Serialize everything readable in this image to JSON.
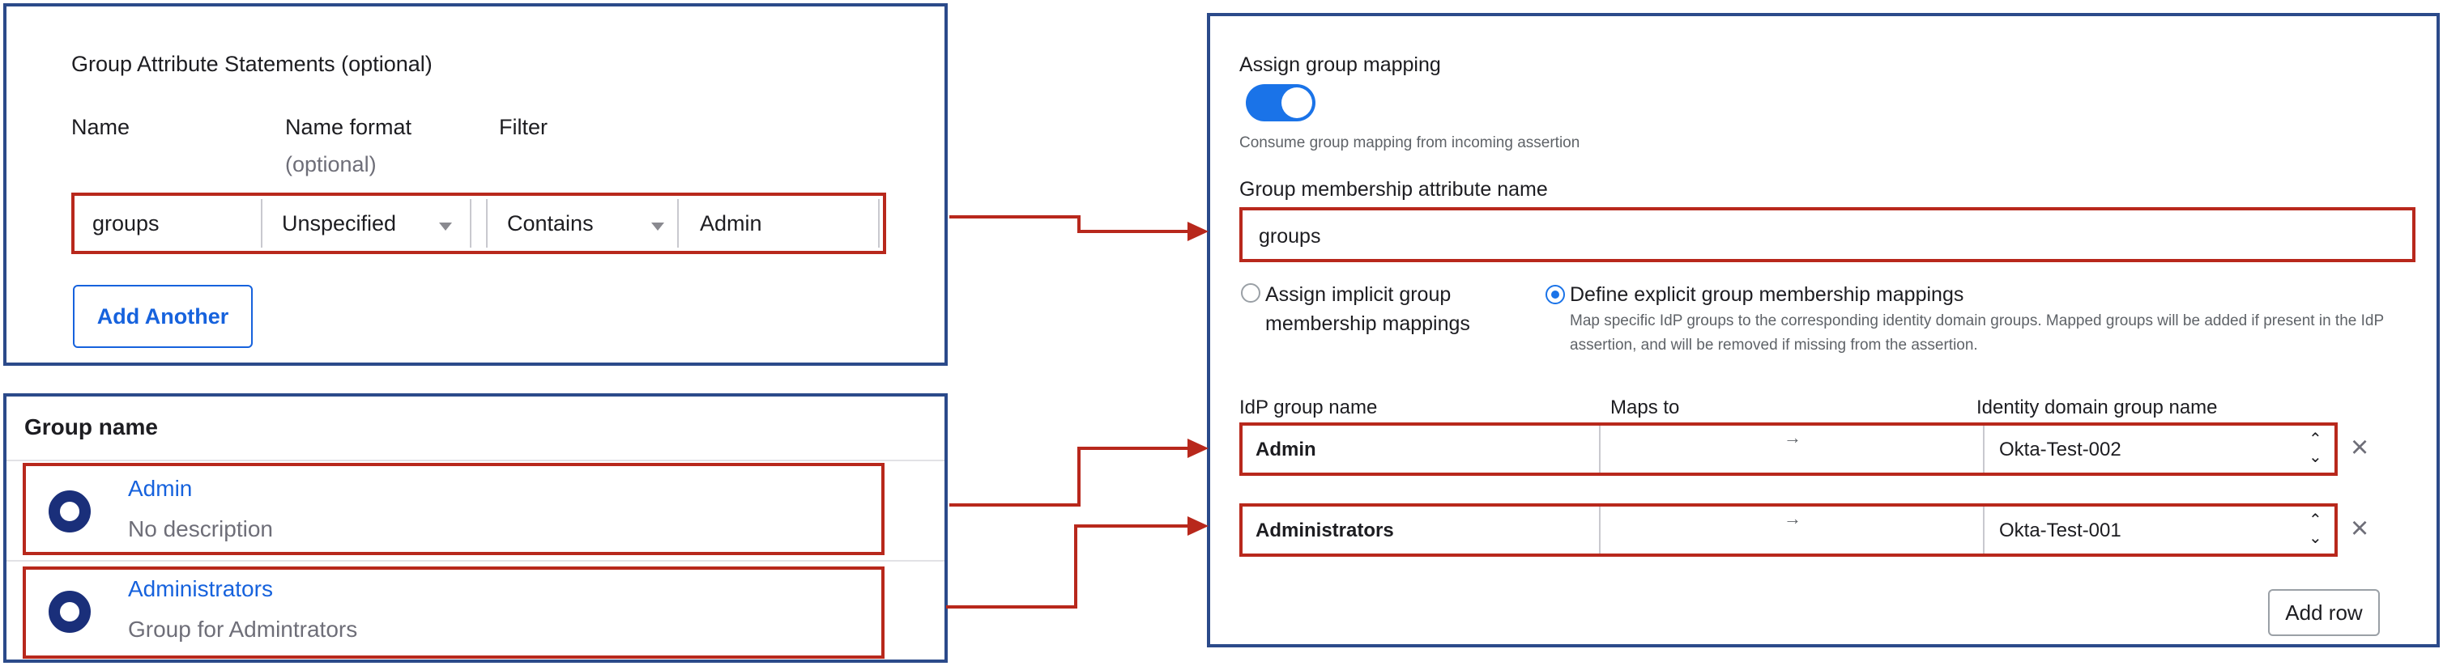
{
  "attribute_panel": {
    "title": "Group Attribute Statements (optional)",
    "headers": {
      "name": "Name",
      "name_format": "Name format",
      "name_format_note": "(optional)",
      "filter": "Filter"
    },
    "row": {
      "name_value": "groups",
      "format_value": "Unspecified",
      "filter_type": "Contains",
      "filter_value": "Admin"
    },
    "add_another_label": "Add Another"
  },
  "group_list": {
    "header": "Group name",
    "items": [
      {
        "name": "Admin",
        "description": "No description"
      },
      {
        "name": "Administrators",
        "description": "Group for Admintrators"
      }
    ]
  },
  "mapping_panel": {
    "assign_label": "Assign group mapping",
    "toggle_on": true,
    "toggle_help": "Consume group mapping from incoming assertion",
    "attr_name_label": "Group membership attribute name",
    "attr_name_value": "groups",
    "radio_implicit_line1": "Assign implicit group",
    "radio_implicit_line2": "membership mappings",
    "radio_explicit_label": "Define explicit group membership mappings",
    "radio_explicit_help1": "Map specific IdP groups to the corresponding identity domain groups. Mapped groups will be added if present in the IdP",
    "radio_explicit_help2": "assertion, and will be removed if missing from the assertion.",
    "table_headers": {
      "idp": "IdP group name",
      "maps_to": "Maps to",
      "domain": "Identity domain group name"
    },
    "rows": [
      {
        "idp": "Admin",
        "arrow": "→",
        "domain": "Okta-Test-002"
      },
      {
        "idp": "Administrators",
        "arrow": "→",
        "domain": "Okta-Test-001"
      }
    ],
    "add_row_label": "Add row"
  },
  "colors": {
    "panel_border": "#2b4a8a",
    "highlight": "#b8281c",
    "link": "#1662dd",
    "toggle": "#1a73e8"
  }
}
